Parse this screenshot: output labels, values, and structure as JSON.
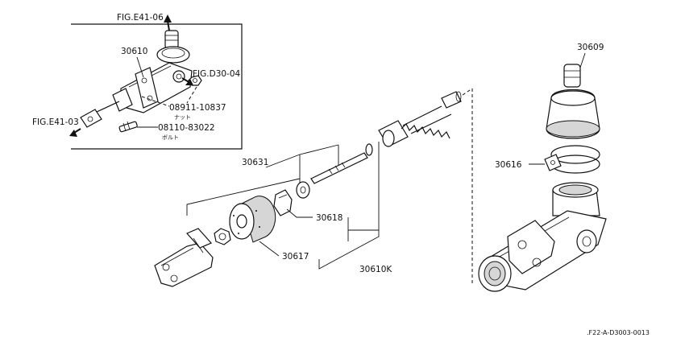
{
  "diagram": {
    "drawing_code": ".F22-A-D3003-0013",
    "inset": {
      "ref_top": "FIG.E41-06",
      "ref_right": "FIG.D30-04",
      "ref_left": "FIG.E41-03",
      "part_assembly": "30610",
      "part_nut": "08911-10837",
      "part_nut_caption": "ナット",
      "part_bolt": "08110-83022",
      "part_bolt_caption": "ボルト"
    },
    "parts": {
      "p30609": "30609",
      "p30616": "30616",
      "p30631": "30631",
      "p30618": "30618",
      "p30617": "30617",
      "p30610k": "30610K"
    }
  }
}
